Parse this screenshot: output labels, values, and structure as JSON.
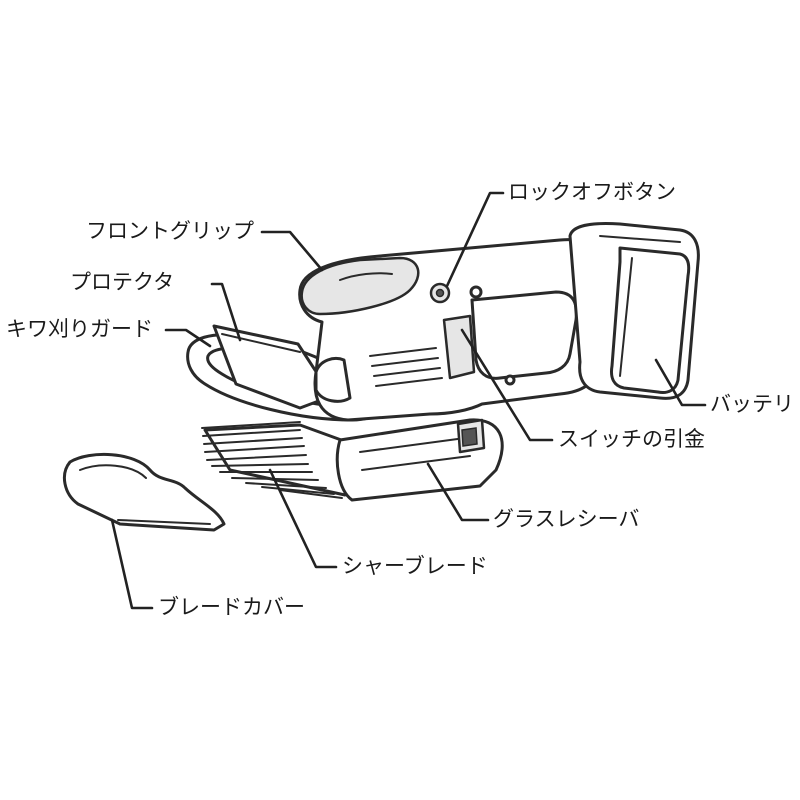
{
  "labels": {
    "lock_off_button": "ロックオフボタン",
    "front_grip": "フロントグリップ",
    "protector": "プロテクタ",
    "edge_guard": "キワ刈りガード",
    "battery": "バッテリ",
    "switch_trigger": "スイッチの引金",
    "grass_receiver": "グラスレシーバ",
    "shear_blade": "シャーブレード",
    "blade_cover": "ブレードカバー"
  }
}
